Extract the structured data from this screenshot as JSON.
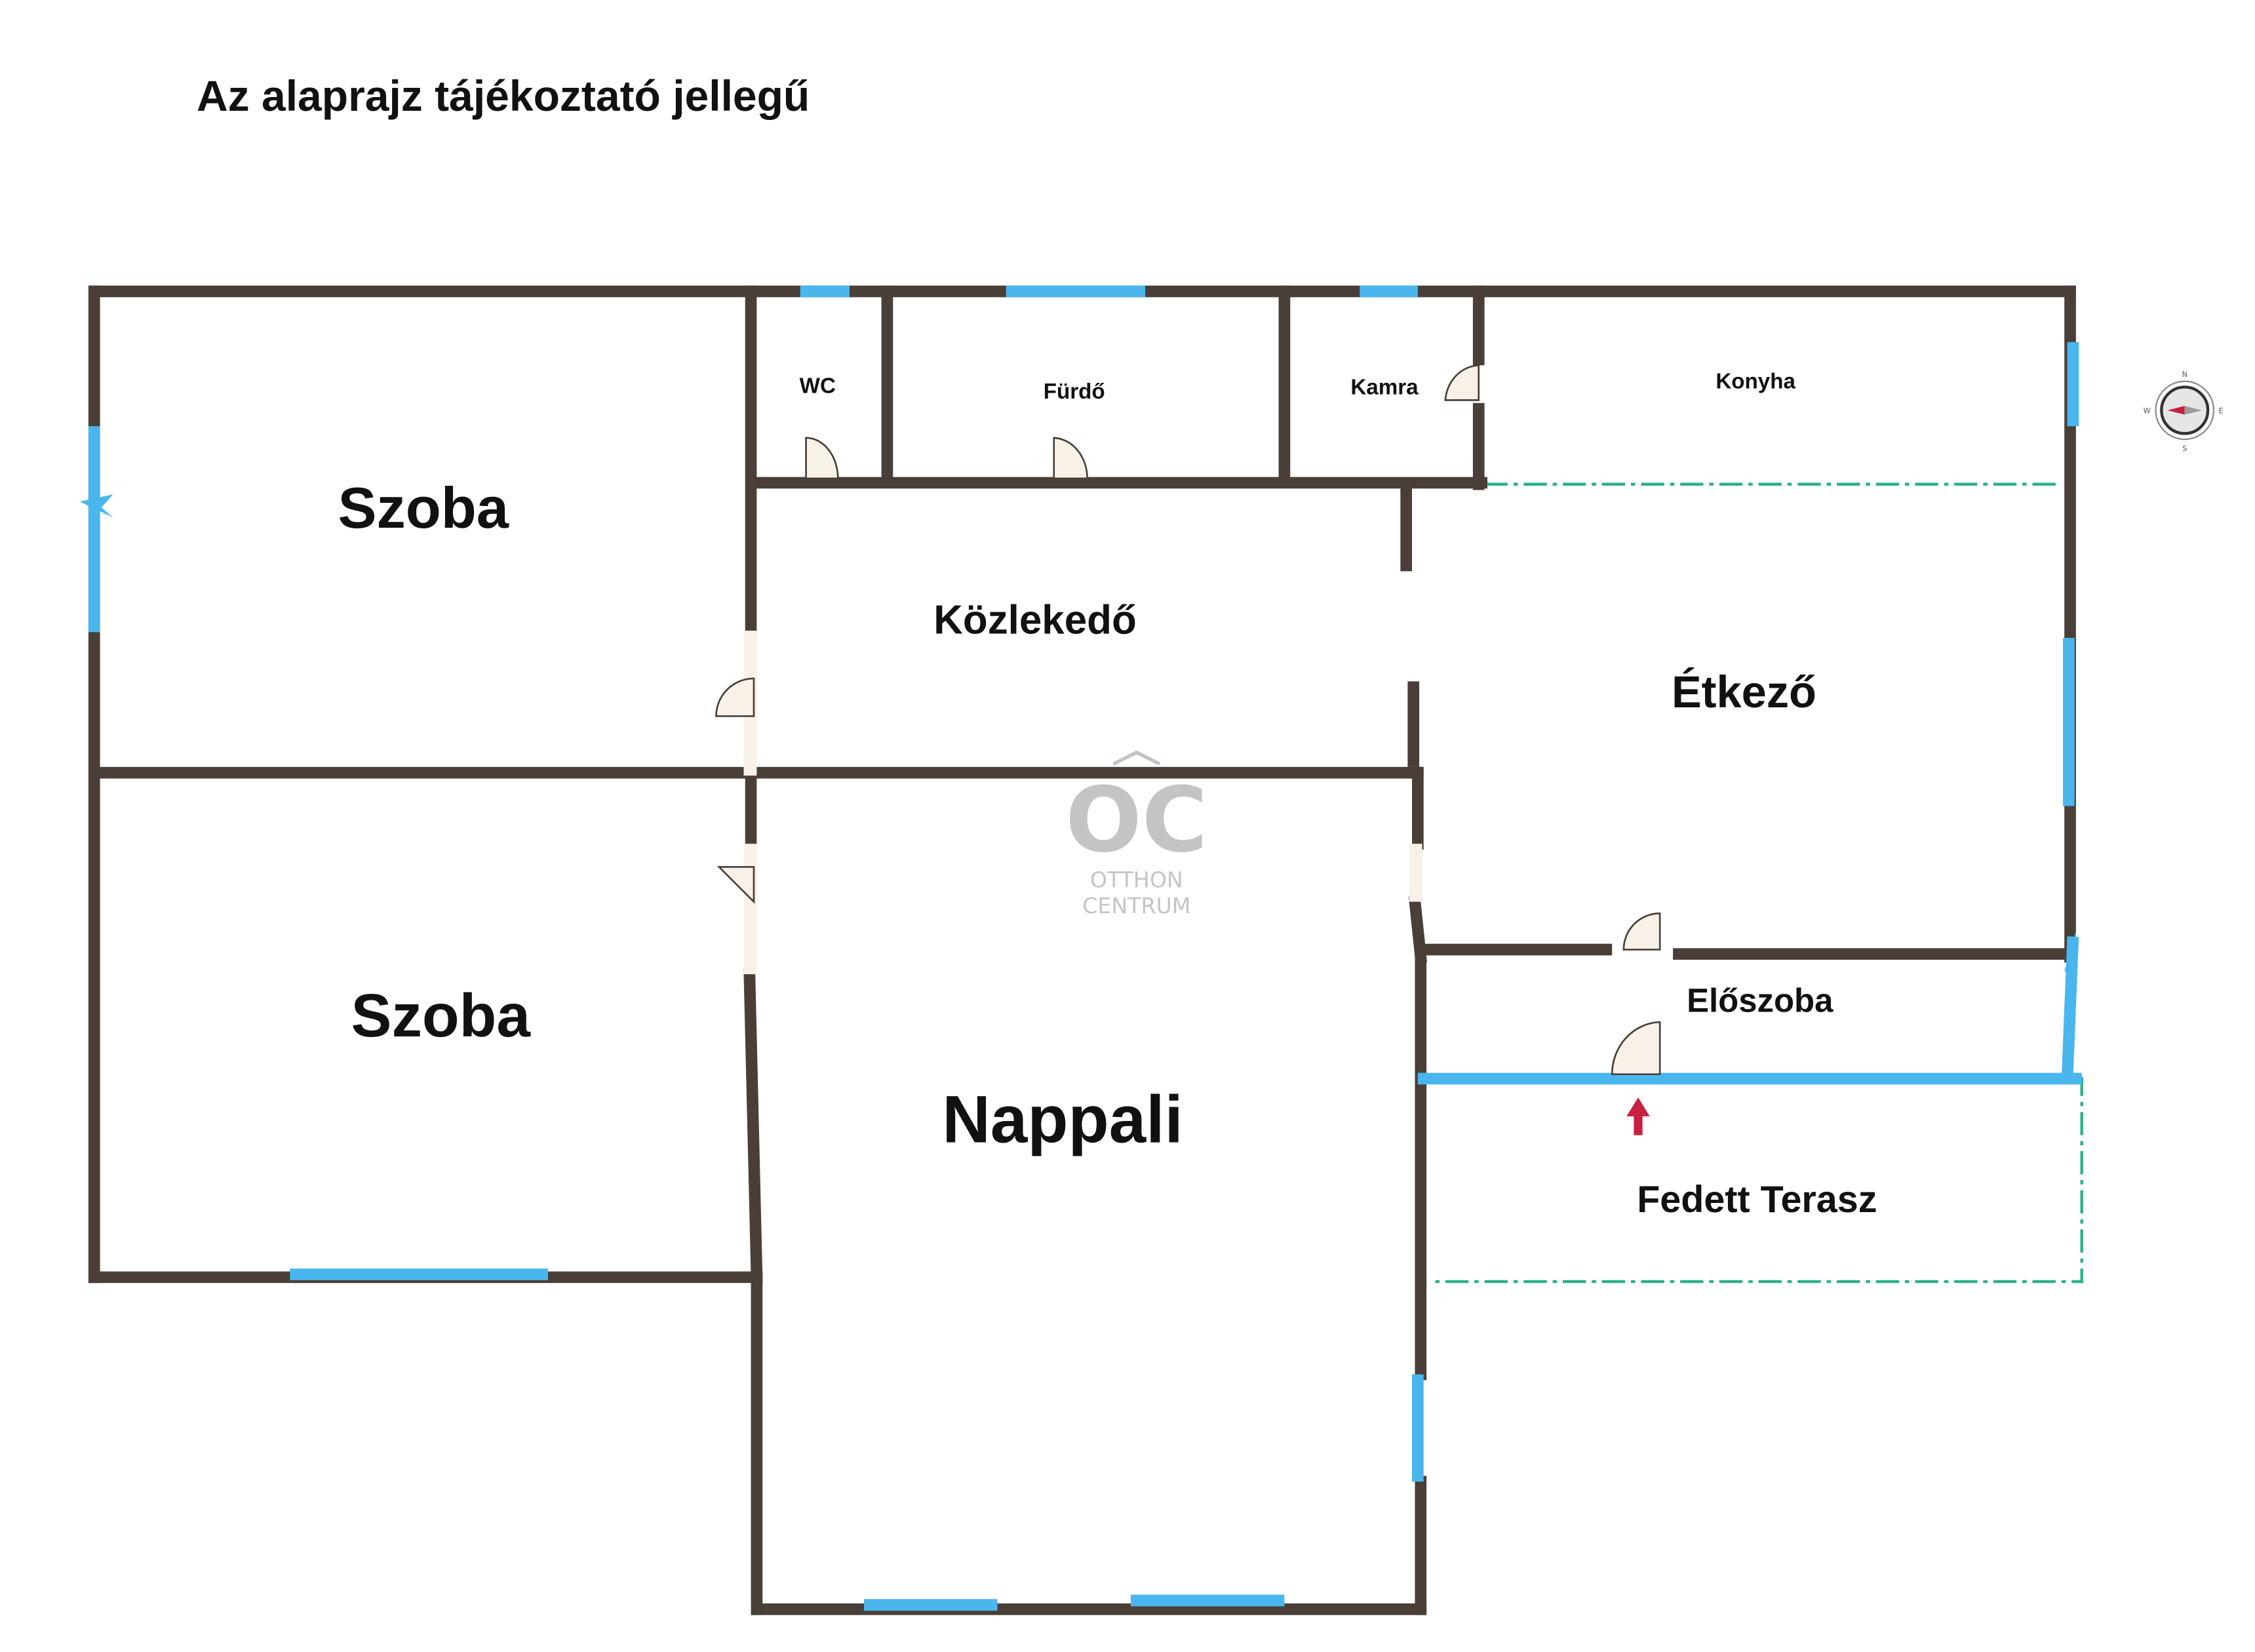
{
  "notice": "Az alaprajz tájékoztató jellegű",
  "rooms": {
    "szoba_top": "Szoba",
    "szoba_bottom": "Szoba",
    "wc": "WC",
    "furdo": "Fürdő",
    "kamra": "Kamra",
    "konyha": "Konyha",
    "kozlekedo": "Közlekedő",
    "etkezo": "Étkező",
    "eloszoba": "Előszoba",
    "nappali": "Nappali",
    "fedett_terasz": "Fedett Terasz"
  },
  "watermark": {
    "mark": "OC",
    "line1": "OTTHON",
    "line2": "CENTRUM"
  },
  "compass": {
    "n": "N",
    "s": "S",
    "e": "E",
    "w": "W"
  },
  "colors": {
    "wall": "#4a3f38",
    "window": "#4ab6ee",
    "door_fill": "#f7f1e8",
    "dash_line": "#2bb08a",
    "entrance_arrow": "#c8203f",
    "watermark": "#c4c4c4"
  }
}
